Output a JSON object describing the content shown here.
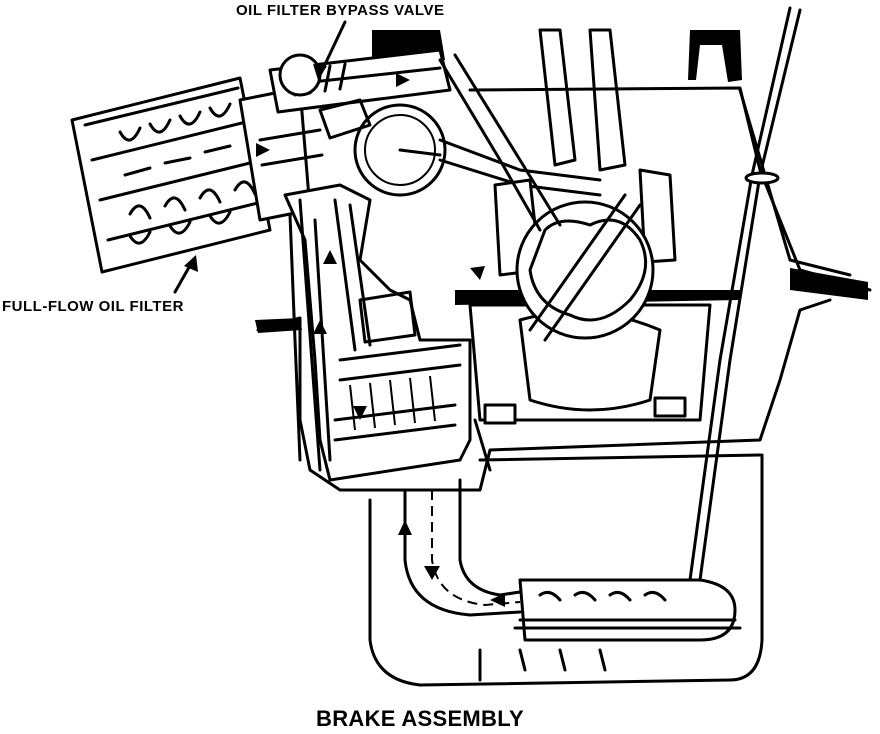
{
  "labels": {
    "bypass_valve": "OIL FILTER BYPASS VALVE",
    "full_flow_filter": "FULL-FLOW OIL FILTER",
    "caption": "BRAKE ASSEMBLY"
  },
  "colors": {
    "ink": "#000000",
    "paper": "#ffffff"
  }
}
